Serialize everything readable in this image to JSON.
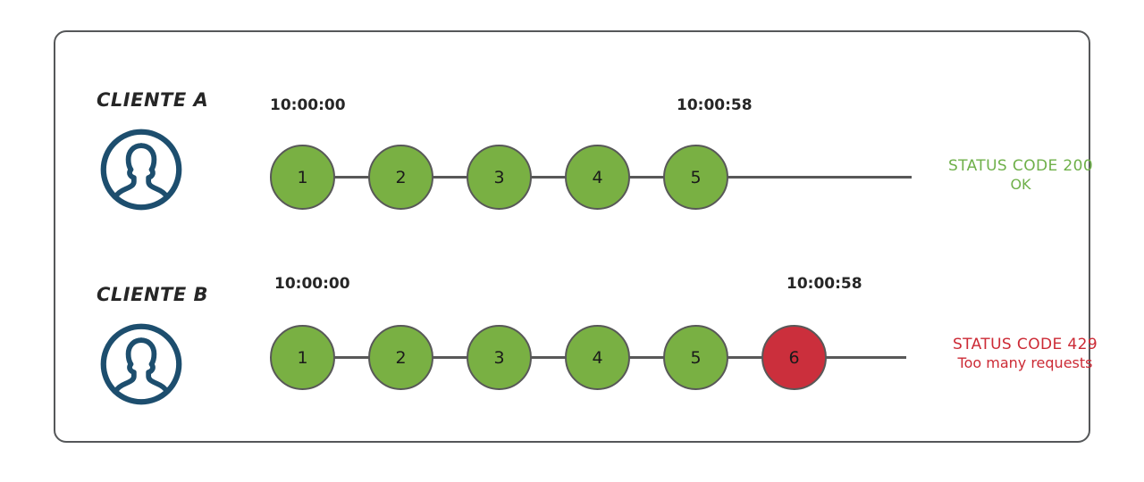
{
  "diagram": {
    "title_semantic": "api-rate-limiting-timeline",
    "colors": {
      "frame_border": "#555759",
      "node_ok_fill": "#79B043",
      "node_fail_fill": "#CB2F3C",
      "node_stroke": "#585858",
      "connector": "#585858",
      "avatar": "#1D4E6E",
      "status_ok_text": "#6FB04A",
      "status_fail_text": "#CC2A35",
      "label_text": "#262626",
      "background": "#FFFFFF"
    },
    "rows": [
      {
        "id": "client-a",
        "label": "CLIENTE A",
        "avatar_icon": "user-avatar-icon",
        "timestamp_start": "10:00:00",
        "timestamp_end": "10:00:58",
        "nodes": [
          {
            "label": "1",
            "state": "ok"
          },
          {
            "label": "2",
            "state": "ok"
          },
          {
            "label": "3",
            "state": "ok"
          },
          {
            "label": "4",
            "state": "ok"
          },
          {
            "label": "5",
            "state": "ok"
          }
        ],
        "status": {
          "state": "ok",
          "code_line": "STATUS CODE 200",
          "message_line": "OK"
        }
      },
      {
        "id": "client-b",
        "label": "CLIENTE B",
        "avatar_icon": "user-avatar-icon",
        "timestamp_start": "10:00:00",
        "timestamp_end": "10:00:58",
        "nodes": [
          {
            "label": "1",
            "state": "ok"
          },
          {
            "label": "2",
            "state": "ok"
          },
          {
            "label": "3",
            "state": "ok"
          },
          {
            "label": "4",
            "state": "ok"
          },
          {
            "label": "5",
            "state": "ok"
          },
          {
            "label": "6",
            "state": "fail"
          }
        ],
        "status": {
          "state": "fail",
          "code_line": "STATUS CODE 429",
          "message_line": "Too many requests"
        }
      }
    ]
  }
}
